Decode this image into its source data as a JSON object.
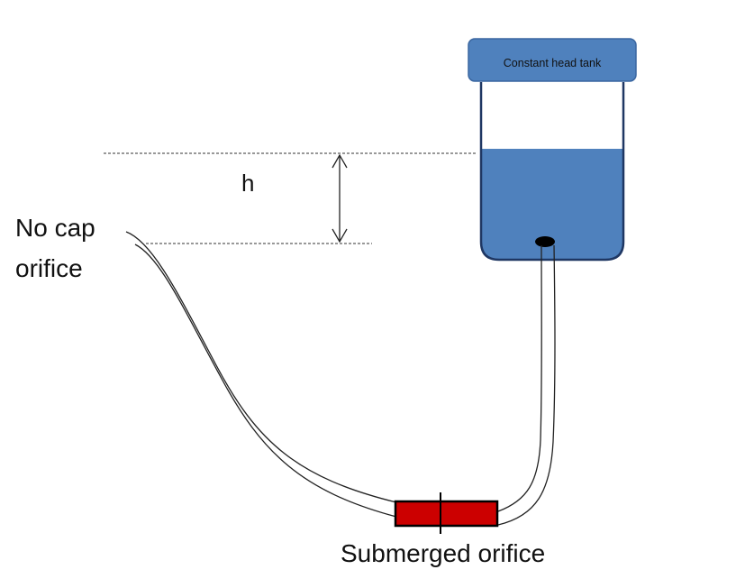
{
  "tank": {
    "label": "Constant head tank",
    "lid_color": "#4F81BD",
    "water_color": "#4F81BD",
    "outline_color": "#1F3763"
  },
  "labels": {
    "head": "h",
    "no_cap_line1": "No cap",
    "no_cap_line2": "orifice",
    "submerged": "Submerged orifice"
  },
  "orifice": {
    "color": "#CC0000"
  }
}
